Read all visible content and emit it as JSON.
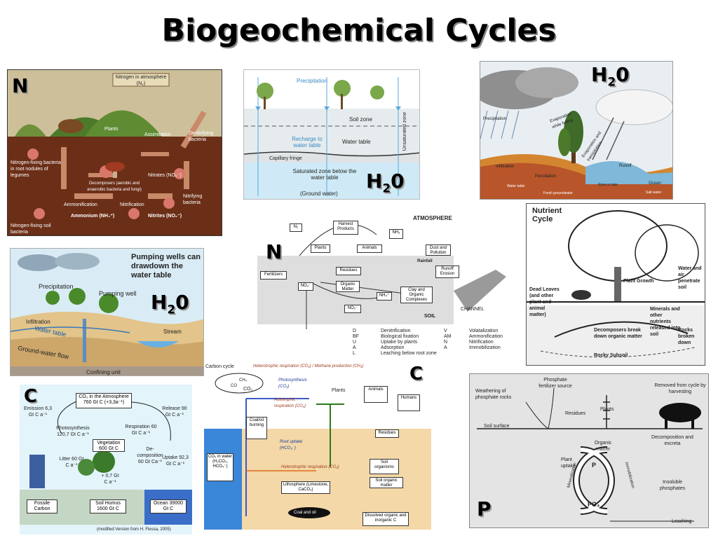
{
  "title": "Biogeochemical Cycles",
  "panels": {
    "nitrogen_a": {
      "tag": "N",
      "labels": [
        "Nitrogen in atmosphere (N₂)",
        "Plants",
        "Assimilation",
        "Denitrifying bacteria",
        "Nitrogen-fixing bacteria in root nodules of legumes",
        "Decomposers (aerobic and anaerobic bacteria and fungi)",
        "Nitrates (NO₃⁻)",
        "Ammonification",
        "Nitrification",
        "Ammonium (NH₄⁺)",
        "Nitrites (NO₂⁻)",
        "Nitrifying bacteria",
        "Nitrogen-fixing soil bacteria"
      ]
    },
    "water_a": {
      "tag_main": "H",
      "tag_sub": "2",
      "tag_end": "0",
      "labels": [
        "Precipitation",
        "Soil zone",
        "Unsaturated zone",
        "Recharge to water table",
        "Water table",
        "Capillary fringe",
        "Saturated zone below the water table",
        "(Ground water)"
      ]
    },
    "water_b": {
      "tag_main": "H",
      "tag_sub": "2",
      "tag_end": "0",
      "labels": [
        "Evaporation while falling",
        "Evaporation and transpiration",
        "Precipitation",
        "Runoff",
        "Infiltration",
        "Percolation",
        "River or lake",
        "Ocean",
        "Salt water",
        "Fresh groundwater",
        "Water table"
      ]
    },
    "water_c": {
      "tag_main": "H",
      "tag_sub": "2",
      "tag_end": "0",
      "labels": [
        "Pumping wells can drawdown the water table",
        "Precipitation",
        "Pumping well",
        "Infiltration",
        "Water table",
        "Stream",
        "Ground-water flow",
        "Confining unit"
      ]
    },
    "nitrogen_b": {
      "tag": "N",
      "labels": [
        "ATMOSPHERE",
        "N₂",
        "Harvest Products",
        "NH₃",
        "Plants",
        "Animals",
        "Dust and Pollution",
        "Rainfall",
        "Fertilizers",
        "Residues",
        "Runoff Erosion",
        "NO₃⁻",
        "Organic Matter",
        "NH₄⁺",
        "Clay and Organic Complexes",
        "NO₂⁻",
        "SOIL",
        "CHANNEL"
      ],
      "legend": [
        {
          "code": "D",
          "text": "Denitrification"
        },
        {
          "code": "BF",
          "text": "Biological fixation"
        },
        {
          "code": "U",
          "text": "Uptake by plants"
        },
        {
          "code": "A",
          "text": "Adsorption"
        },
        {
          "code": "L",
          "text": "Leaching below root zone"
        },
        {
          "code": "V",
          "text": "Volatalization"
        },
        {
          "code": "AM",
          "text": "Ammonification"
        },
        {
          "code": "N",
          "text": "Nitrification"
        },
        {
          "code": "A",
          "text": "Immobilization"
        }
      ]
    },
    "nutrient": {
      "title": "Nutrient Cycle",
      "labels": [
        "Plant Growth",
        "Water and air penetrate soil",
        "Dead Leaves (and other plant and animal matter)",
        "Minerals and other nutrients released into soil",
        "Decomposers break down organic matter",
        "Rocks broken down",
        "Rocky Subsoil"
      ]
    },
    "carbon_a": {
      "tag": "C",
      "labels": [
        "CO₂ in the Atmosphere 760 Gt C (+3,3a⁻¹)",
        "Emission 6,3 Gt C a⁻¹",
        "Photosynthesis 120,7 Gt C a⁻¹",
        "Respiration 60 Gt C a⁻¹",
        "Release 90 Gt C a⁻¹",
        "Vegetation 600 Gt C",
        "De-composition 60 Gt Ca⁻¹",
        "Litter 60 Gt C a⁻¹",
        "+ 0,7 Gt C a⁻¹",
        "Uptake 92,3 Gt C a⁻¹",
        "Fossile Carbon",
        "Soil Humus 1600 Gt C",
        "Ocean 39000 Gt C"
      ],
      "credit": "(modified Version from H. Flessa, 2005)"
    },
    "carbon_b": {
      "tag": "C",
      "labels": [
        "Carbon cycle",
        "Heterotrophic respiration (CO₂) / Methane production (CH₄)",
        "CH₄",
        "CO",
        "CO₂",
        "Photosynthesis (CO₂)",
        "Autotrophic respiration (CO₂)",
        "Plants",
        "Animals",
        "Humans",
        "Coal/oil burning",
        "Root uptake (HCO₃⁻)",
        "Residues",
        "CO₂ in water (H₂CO₃, HCO₃⁻)",
        "Heterotrophic respiration (CO₂)",
        "Soil organisms",
        "Soil organic matter",
        "Lithosphere (Limestone, CaCO₃)",
        "Coal and oil",
        "Dissolved organic and inorganic C"
      ]
    },
    "phosphorus": {
      "tag": "P",
      "labels": [
        "Phosphate fertilizer source",
        "Weathering of phosphate rocks",
        "Removed from cycle by harvesting",
        "Residues",
        "Plants",
        "Soil surface",
        "Decomposition and excreta",
        "Organic matter",
        "Plant uptake",
        "P",
        "Mineralization",
        "Immobilization",
        "Insoluble phosphates",
        "PO₄",
        "Leaching"
      ]
    }
  }
}
